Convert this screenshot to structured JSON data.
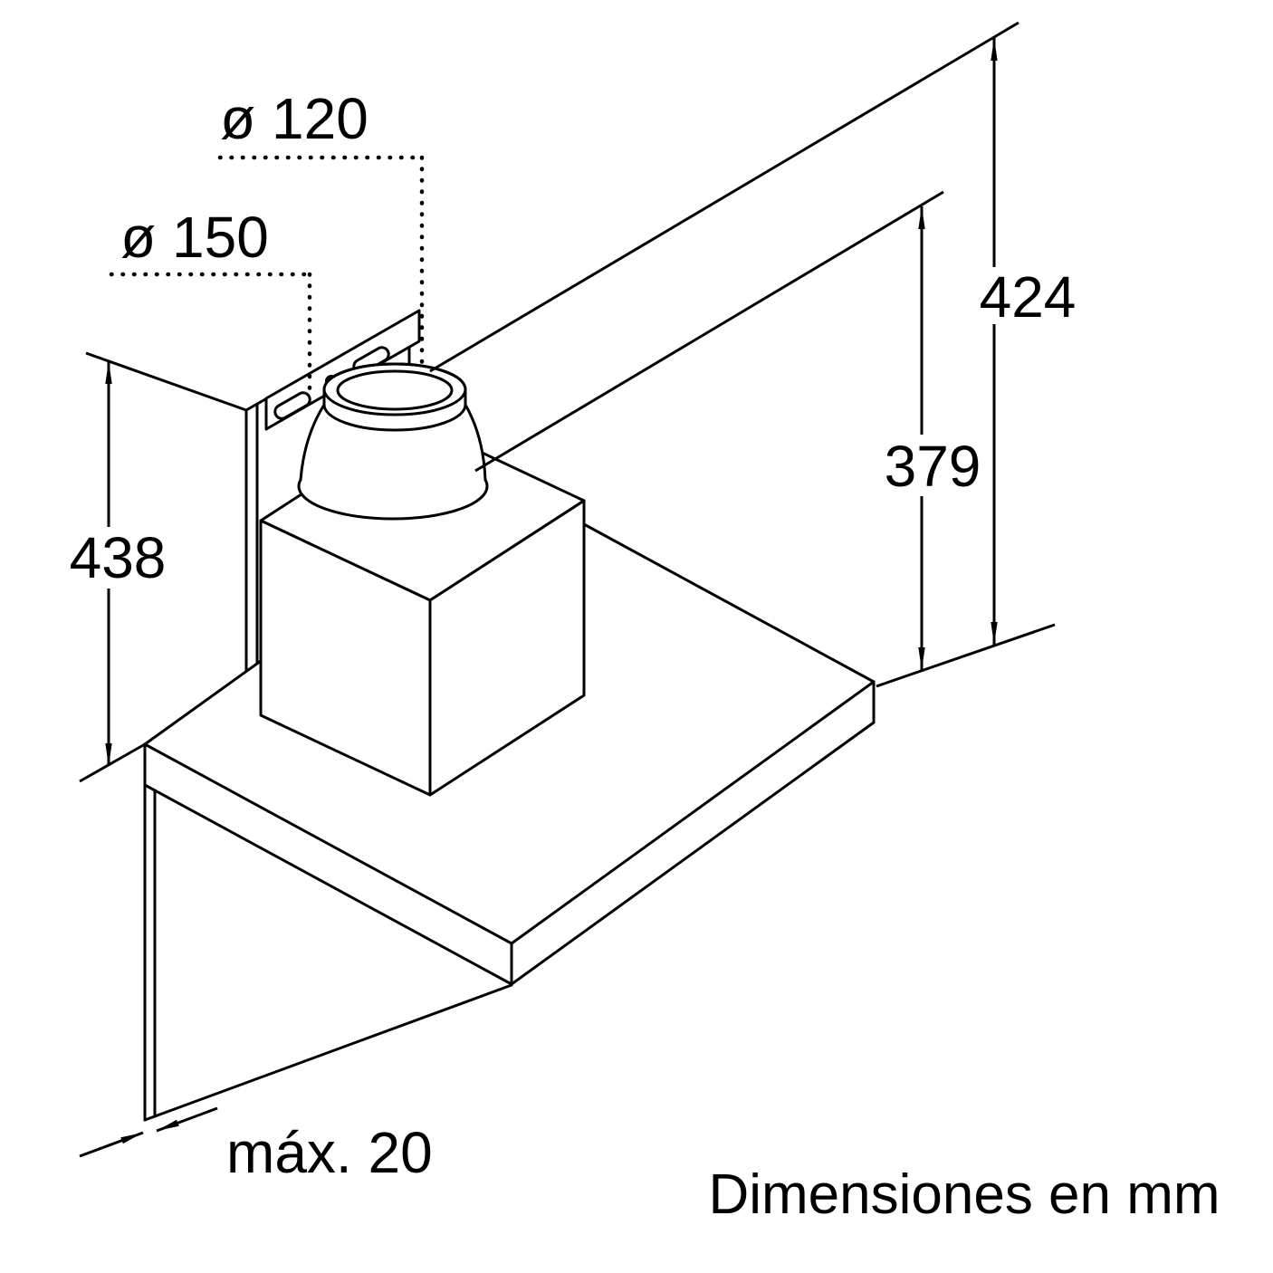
{
  "page": {
    "background": "#ffffff"
  },
  "drawing": {
    "type": "installation-dimension-diagram",
    "line_color": "#000000",
    "text_color": "#000000",
    "labels": {
      "duct_top_diameter": "ø 120",
      "duct_base_diameter": "ø 150",
      "panel_height": "438",
      "height_to_duct_top": "424",
      "height_to_duct_base": "379",
      "max_panel_thickness": "máx. 20",
      "units_note": "Dimensiones en mm"
    }
  }
}
